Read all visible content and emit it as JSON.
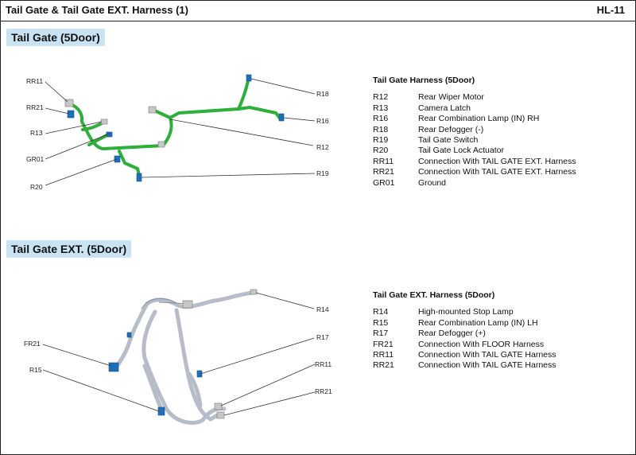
{
  "header": {
    "title": "Tail Gate & Tail Gate EXT. Harness (1)",
    "code": "HL-11"
  },
  "section1": {
    "label": "Tail Gate (5Door)",
    "legend_title": "Tail Gate Harness (5Door)",
    "items": [
      {
        "code": "R12",
        "desc": "Rear Wiper Motor"
      },
      {
        "code": "R13",
        "desc": "Camera Latch"
      },
      {
        "code": "R16",
        "desc": "Rear Combination Lamp (IN) RH"
      },
      {
        "code": "R18",
        "desc": "Rear Defogger (-)"
      },
      {
        "code": "R19",
        "desc": "Tail Gate Switch"
      },
      {
        "code": "R20",
        "desc": "Tail Gate Lock Actuator"
      },
      {
        "code": "RR11",
        "desc": "Connection With TAIL GATE EXT. Harness"
      },
      {
        "code": "RR21",
        "desc": "Connection With TAIL GATE EXT. Harness"
      },
      {
        "code": "GR01",
        "desc": "Ground"
      }
    ],
    "callouts": [
      "RR11",
      "RR21",
      "R13",
      "GR01",
      "R20",
      "R18",
      "R16",
      "R12",
      "R19"
    ]
  },
  "section2": {
    "label": "Tail Gate EXT. (5Door)",
    "legend_title": "Tail Gate EXT. Harness (5Door)",
    "items": [
      {
        "code": "R14",
        "desc": "High-mounted Stop Lamp"
      },
      {
        "code": "R15",
        "desc": "Rear Combination Lamp (IN) LH"
      },
      {
        "code": "R17",
        "desc": "Rear Defogger (+)"
      },
      {
        "code": "FR21",
        "desc": "Connection With FLOOR Harness"
      },
      {
        "code": "RR11",
        "desc": "Connection With TAIL GATE Harness"
      },
      {
        "code": "RR21",
        "desc": "Connection With TAIL GATE Harness"
      }
    ],
    "callouts": [
      "FR21",
      "R15",
      "R14",
      "R17",
      "RR11",
      "RR21"
    ]
  },
  "colors": {
    "section_bg": "#c9e3f2",
    "harness1": "#2eae3a",
    "harness2": "#b7bcc9",
    "connector": "#1f6fb8"
  }
}
